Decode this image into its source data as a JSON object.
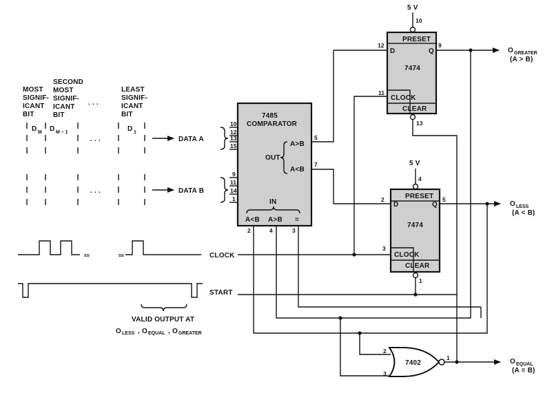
{
  "comparator": {
    "name": "7485",
    "type": "COMPARATOR",
    "out_label": "OUT",
    "out_gt": "A>B",
    "out_lt": "A<B",
    "in_label": "IN",
    "in_lt": "A<B",
    "in_gt": "A>B",
    "in_eq": "=",
    "pins_a": [
      "10",
      "12",
      "13",
      "15"
    ],
    "pins_b": [
      "9",
      "11",
      "14",
      "1"
    ],
    "pin_out_gt": "5",
    "pin_out_lt": "7",
    "pin_in_lt": "2",
    "pin_in_gt": "4",
    "pin_in_eq": "3"
  },
  "ff_top": {
    "name": "7474",
    "preset": "PRESET",
    "clock": "CLOCK",
    "clear": "CLEAR",
    "d": "D",
    "q": "Q",
    "pin_d": "12",
    "pin_q": "9",
    "pin_clock": "11",
    "pin_preset": "10",
    "pin_clear": "13",
    "supply": "5 V"
  },
  "ff_bottom": {
    "name": "7474",
    "preset": "PRESET",
    "clock": "CLOCK",
    "clear": "CLEAR",
    "d": "D",
    "q": "Q",
    "pin_d": "2",
    "pin_q": "5",
    "pin_clock": "3",
    "pin_preset": "4",
    "pin_clear": "1",
    "supply": "5 V"
  },
  "gate": {
    "name": "7402",
    "pin_in1": "2",
    "pin_in2": "3",
    "pin_out": "1"
  },
  "inputs": {
    "data_a": "DATA A",
    "data_b": "DATA B",
    "clock": "CLOCK",
    "start": "START"
  },
  "outputs": {
    "greater": {
      "main": "O",
      "sub": "GREATER",
      "cond": "(A > B)"
    },
    "less": {
      "main": "O",
      "sub": "LESS",
      "cond": "(A < B)"
    },
    "equal": {
      "main": "O",
      "sub": "EQUAL",
      "cond": "(A = B)"
    }
  },
  "bits": {
    "msb": [
      "MOST",
      "SIGNIF-",
      "ICANT",
      "BIT"
    ],
    "second": [
      "SECOND",
      "MOST",
      "SIGNIF-",
      "ICANT",
      "BIT"
    ],
    "lsb": [
      "LEAST",
      "SIGNIF-",
      "ICANT",
      "BIT"
    ],
    "ellipsis": ". . .",
    "dm": "D",
    "dm_sub": "M",
    "dm1": "D",
    "dm1_sub": "M – 1",
    "d1": "D",
    "d1_sub": "1"
  },
  "wave": {
    "break_mark": "ss"
  },
  "valid": {
    "line1": "VALID OUTPUT AT",
    "o_less": "O",
    "o_less_sub": "LESS",
    "o_equal": "O",
    "o_equal_sub": "EQUAL",
    "o_greater": "O",
    "o_greater_sub": "GREATER"
  }
}
